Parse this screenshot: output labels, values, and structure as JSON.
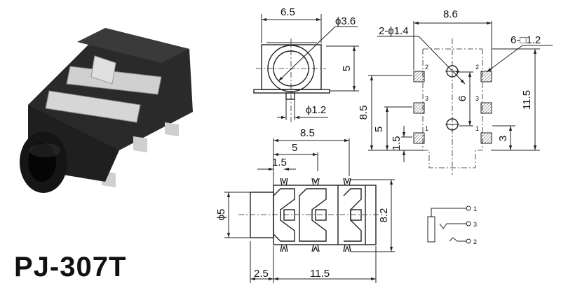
{
  "title": "PJ-307T",
  "front_view": {
    "width": "6.5",
    "hole_dia": "ϕ3.6",
    "height": "5",
    "pin_dia": "ϕ1.2"
  },
  "footprint": {
    "width": "8.6",
    "holes": "2-ϕ1.4",
    "pads": "6-□1.2",
    "length": "11.5",
    "d85": "8.5",
    "d5": "5",
    "d15": "1.5",
    "d6": "6",
    "d3": "3",
    "pin_labels": {
      "p2": "2",
      "p3": "3",
      "p1": "1"
    }
  },
  "side_view": {
    "d85": "8.5",
    "d5": "5",
    "d15": "1.5",
    "barrel_dia": "ϕ5",
    "height": "8.2",
    "barrel_len": "2.5",
    "body_len": "11.5"
  },
  "schematic": {
    "pins": [
      "1",
      "3",
      "2"
    ]
  },
  "colors": {
    "line": "#222222",
    "body": "#1a1a1a",
    "metal": "#c8c8c8"
  }
}
